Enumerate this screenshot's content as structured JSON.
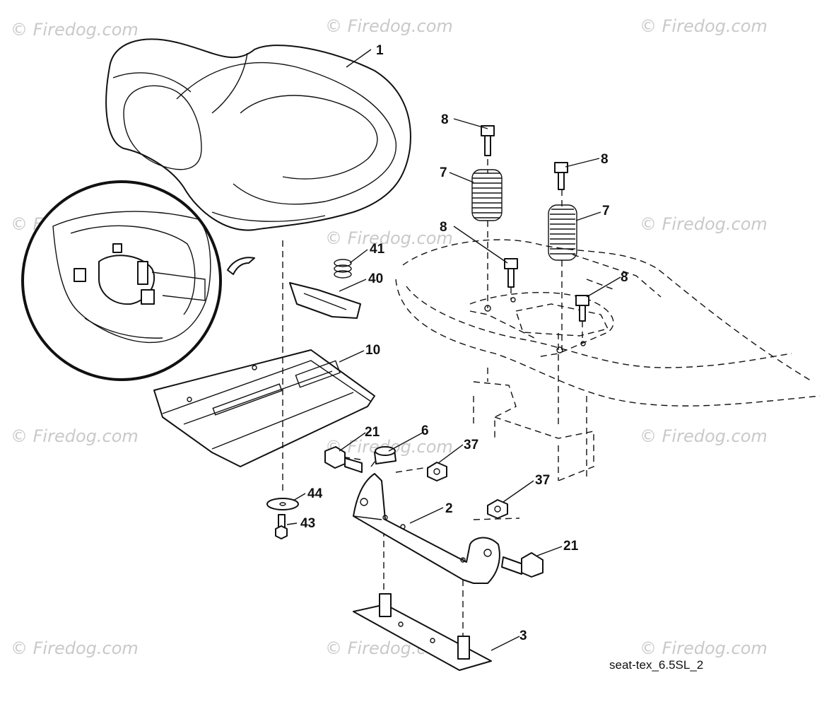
{
  "watermark": "© Firedog.com",
  "drawing_reference": "seat-tex_6.5SL_2",
  "callouts": {
    "seat": "1",
    "bracket": "2",
    "base_plate": "3",
    "knob": "6",
    "spring_left": "7",
    "spring_right": "7",
    "bolt_top_left": "8",
    "bolt_top_right": "8",
    "bolt_mid_left": "8",
    "bolt_mid_right": "8",
    "seat_pan": "10",
    "bolt_left": "21",
    "bolt_right": "21",
    "nut_upper": "37",
    "nut_lower": "37",
    "clip": "40",
    "small_spring": "41",
    "screw": "43",
    "washer": "44"
  }
}
